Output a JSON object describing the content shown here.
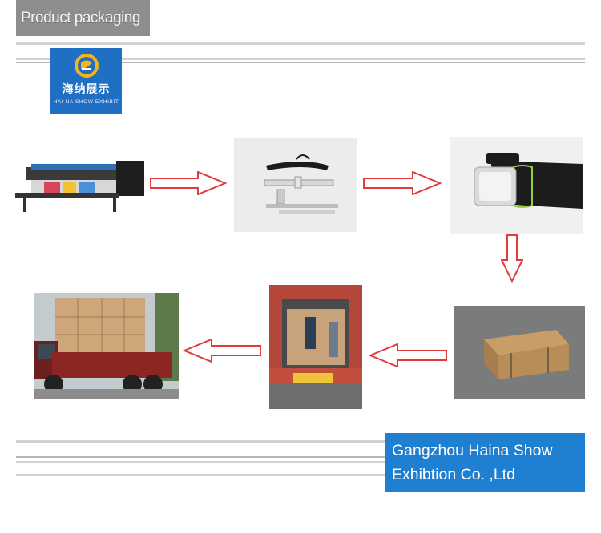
{
  "header": {
    "title": "Product packaging"
  },
  "logo": {
    "chinese_name": "海纳展示",
    "english_name": "HAI NA SHOW EXHIBIT",
    "color": "#1f6fc4"
  },
  "steps": [
    {
      "name": "printing-machine",
      "icon": "printer-photo"
    },
    {
      "name": "banner-stands-and-bag",
      "icon": "hardware-photo"
    },
    {
      "name": "stand-in-carry-bag",
      "icon": "bag-photo"
    },
    {
      "name": "carton-box",
      "icon": "carton-photo"
    },
    {
      "name": "container-loading",
      "icon": "container-photo"
    },
    {
      "name": "truck-loading",
      "icon": "truck-photo"
    }
  ],
  "company": {
    "line1": "Gangzhou Haina Show",
    "line2": "Exhibtion Co. ,Ltd",
    "color": "#1f7fd0"
  },
  "colors": {
    "arrow": "#e03a3a",
    "rule": "#d2d2d2",
    "header_bg": "#8e8e8e"
  }
}
